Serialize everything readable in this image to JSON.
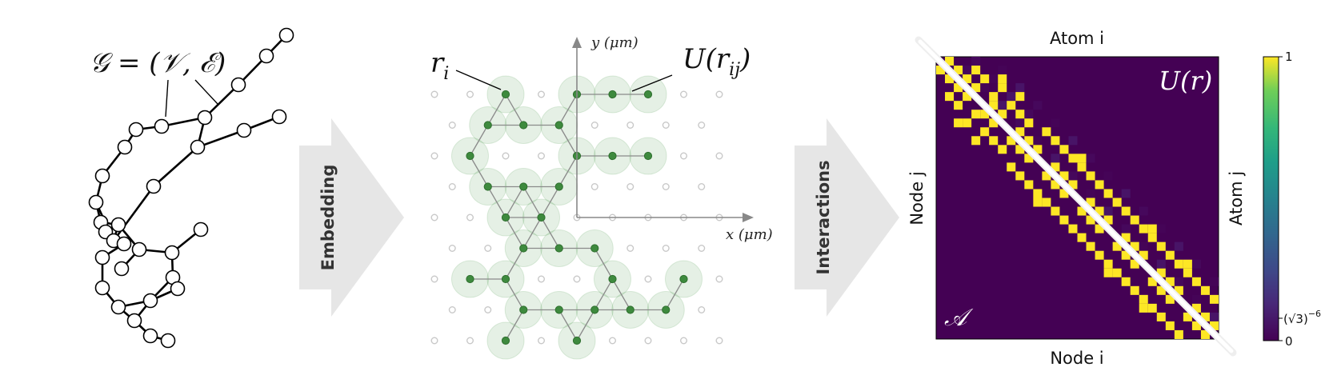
{
  "panel1": {
    "graph_label": "𝒢 = (𝒱, ℰ)"
  },
  "arrows": {
    "embedding": "Embedding",
    "interactions": "Interactions"
  },
  "panel2": {
    "atom_label": "r",
    "atom_sub": "i",
    "interaction_label": "U(r",
    "interaction_sub": "ij",
    "interaction_close": ")",
    "y_axis_label": "y (μm)",
    "x_axis_label": "x (μm)"
  },
  "panel3": {
    "top_label": "Atom i",
    "bottom_label": "Node i",
    "left_label": "Node j",
    "right_label": "Atom j",
    "upper_tag": "U(r)",
    "lower_tag": "𝒜",
    "colorbar_top": "1",
    "colorbar_mid": "(√3)",
    "colorbar_mid_exp": "−6",
    "colorbar_bottom": "0",
    "colors": {
      "background": "#440154",
      "edge": "#fde725",
      "diagonal": "#ffffff"
    }
  }
}
